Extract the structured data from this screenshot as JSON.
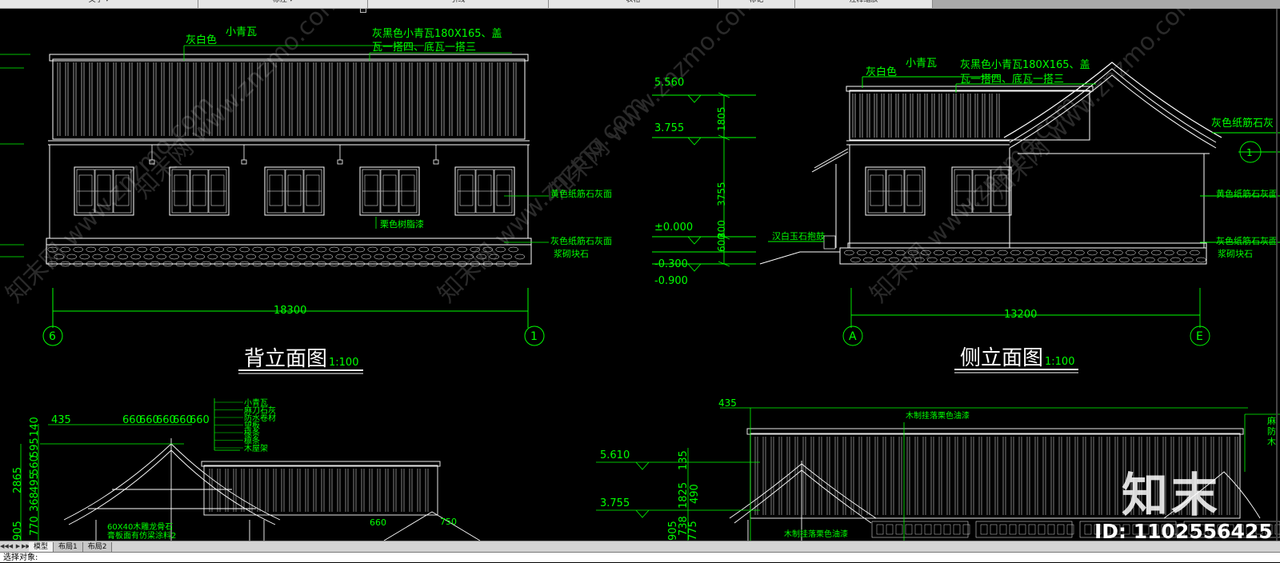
{
  "ribbon": {
    "panels": [
      {
        "label": "文字 ▾",
        "width": 248
      },
      {
        "label": "标注 ▾",
        "width": 212
      },
      {
        "label": "引线",
        "width": 226
      },
      {
        "label": "表格",
        "width": 212
      },
      {
        "label": "标记",
        "width": 96
      },
      {
        "label": "注释缩放",
        "width": 172
      }
    ]
  },
  "drawing": {
    "colors": {
      "line": "#ffffff",
      "annotation": "#00ff00",
      "dim": "#00ff00",
      "watermark": "#2a2a2a"
    },
    "rear_elevation": {
      "title": "背立面图",
      "scale": "1:100",
      "notes": [
        "灰白色",
        "小青瓦",
        "灰黑色小青瓦180X165、盖",
        "瓦一搭四、底瓦一搭三",
        "黄色纸筋石灰面",
        "栗色树脂漆",
        "灰色纸筋石灰面",
        "浆砌块石"
      ],
      "dimension": "18300",
      "axis_left": "6",
      "axis_right": "1"
    },
    "levels": [
      "5.560",
      "3.755",
      "±0.000",
      "-0.300",
      "-0.900"
    ],
    "vertical_dims": [
      "1805",
      "3755",
      "300",
      "600"
    ],
    "side_elevation": {
      "title": "侧立面图",
      "scale": "1:100",
      "notes": [
        "灰白色",
        "小青瓦",
        "灰黑色小青瓦180X165、盖",
        "瓦一搭四、底瓦一搭三",
        "灰色纸筋石灰",
        "黄色纸筋石灰面",
        "汉白玉石抱鼓",
        "灰色纸筋石灰面",
        "浆砌块石"
      ],
      "dimension": "13200",
      "axis_left": "A",
      "axis_right": "E",
      "circle_tag": "1"
    },
    "section_left": {
      "layers": [
        "小青瓦",
        "麻刀石灰",
        "防水卷材",
        "望板",
        "椽条",
        "檩条",
        "木屋架"
      ],
      "dims_top": [
        "435",
        "660",
        "660",
        "660",
        "660",
        "660"
      ],
      "dims_vertical": [
        "140",
        "595",
        "560",
        "495",
        "368",
        "2865",
        "905",
        "770"
      ],
      "notes": [
        "60X40木雕龙骨石",
        "膏板面有仿梁涂料2"
      ],
      "small_dims": [
        "660",
        "750"
      ]
    },
    "section_right": {
      "levels": [
        "5.610",
        "3.755"
      ],
      "dims_top": [
        "435"
      ],
      "dims_vertical": [
        "135",
        "1825",
        "490",
        "738",
        "905",
        "775"
      ],
      "notes": [
        "木制挂落栗色油漆",
        "木制挂落栗色油漆"
      ],
      "side_layers": [
        "麻",
        "防",
        "木"
      ]
    },
    "watermark_text": "知末网 www.znzmo.com"
  },
  "tabs": {
    "nav": [
      "◀◀",
      "◀",
      "▶",
      "▶▶"
    ],
    "items": [
      "模型",
      "布局1",
      "布局2"
    ],
    "active": "模型"
  },
  "command_line": {
    "text": "选择对象:"
  },
  "brand": {
    "logo": "知末",
    "id": "ID: 1102556425"
  }
}
